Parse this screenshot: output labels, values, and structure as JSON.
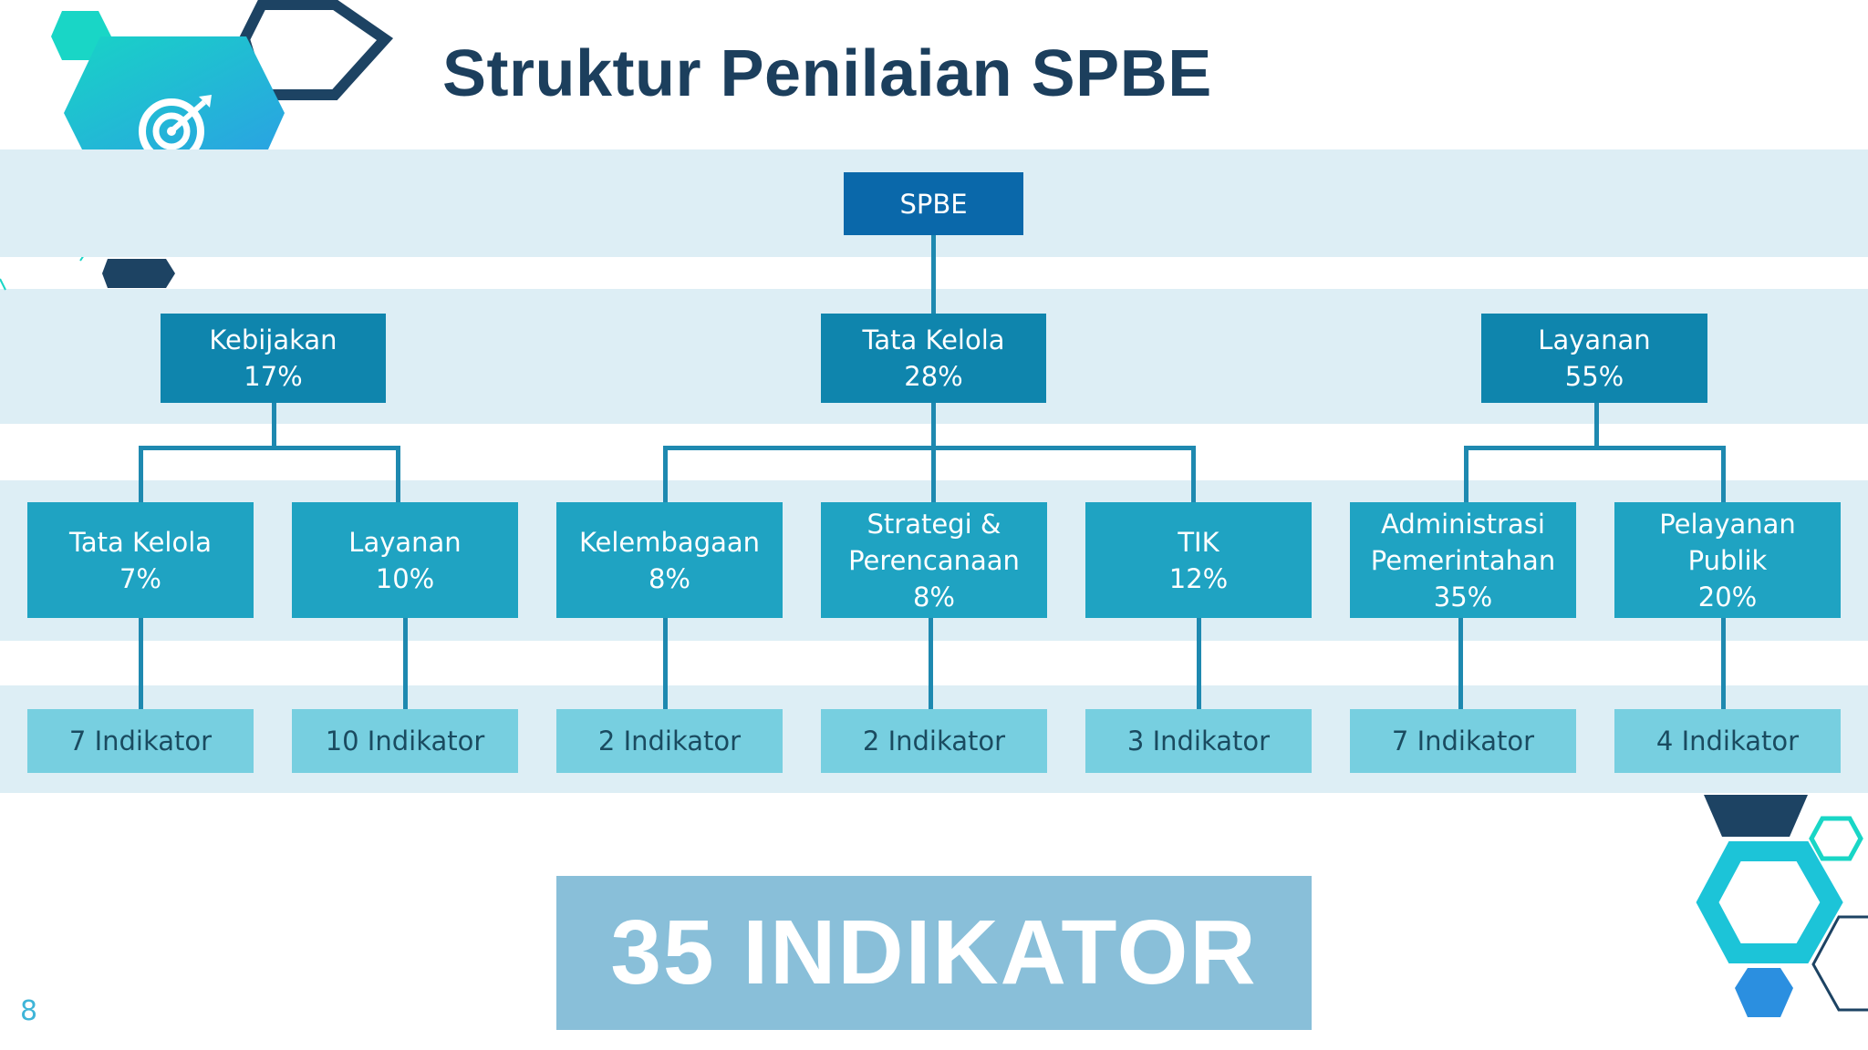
{
  "title": "Struktur Penilaian SPBE",
  "root": {
    "label": "SPBE"
  },
  "domains": [
    {
      "name": "Kebijakan",
      "weight": "17%"
    },
    {
      "name": "Tata Kelola",
      "weight": "28%"
    },
    {
      "name": "Layanan",
      "weight": "55%"
    }
  ],
  "aspects": [
    {
      "label": "Tata Kelola\n7%"
    },
    {
      "label": "Layanan\n10%"
    },
    {
      "label": "Kelembagaan\n8%"
    },
    {
      "label": "Strategi &\nPerencanaan\n8%"
    },
    {
      "label": "TIK\n12%"
    },
    {
      "label": "Administrasi\nPemerintahan\n35%"
    },
    {
      "label": "Pelayanan\nPublik\n20%"
    }
  ],
  "indicators": [
    {
      "label": "7 Indikator"
    },
    {
      "label": "10 Indikator"
    },
    {
      "label": "2 Indikator"
    },
    {
      "label": "2 Indikator"
    },
    {
      "label": "3 Indikator"
    },
    {
      "label": "7 Indikator"
    },
    {
      "label": "4 Indikator"
    }
  ],
  "total": "35 INDIKATOR",
  "page_number": "8",
  "colors": {
    "title": "#1c3f5d",
    "root_box": "#0a68aa",
    "domain_box": "#0f85ad",
    "aspect_box": "#1fa3c2",
    "indicator_box": "#77cfe0",
    "band": "#ddeef5",
    "total_box": "#89bfd9",
    "accent_teal": "#19d6c6",
    "accent_navy": "#1d4363"
  },
  "icons": [
    "target-icon"
  ]
}
